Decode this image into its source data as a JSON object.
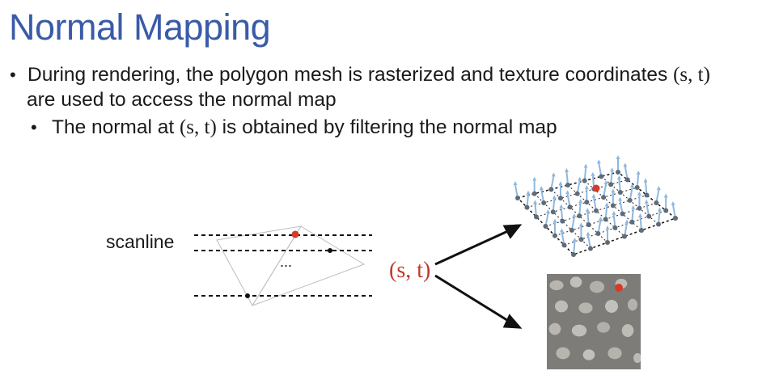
{
  "title": "Normal Mapping",
  "bullets": [
    {
      "text_line1": "During rendering, the polygon mesh is rasterized and texture coordinates",
      "text_line2": "are used to access the normal map",
      "math": "(s, t)"
    },
    {
      "text_before": "The normal at",
      "math": "(s, t)",
      "text_after": "is obtained by filtering the normal map"
    }
  ],
  "diagram": {
    "scanline_label": "scanline",
    "ellipsis": "...",
    "st_label": "(s, t)"
  },
  "colors": {
    "title": "#3a5ba8",
    "highlight_dot": "#d63a2b",
    "normal_arrow": "#8fb8e0",
    "grid_point": "#5f6b78"
  }
}
